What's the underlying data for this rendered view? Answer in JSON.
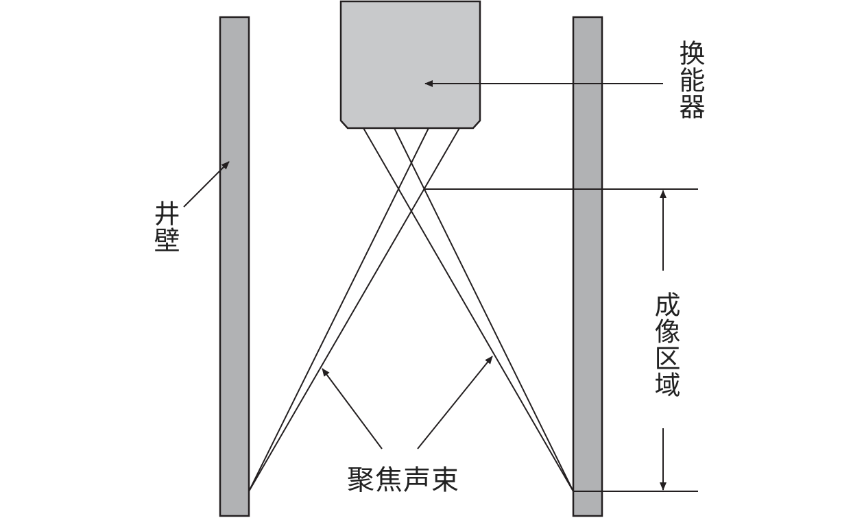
{
  "labels": {
    "transducer": "换能器",
    "borehole_wall": "井壁",
    "imaging_region": "成像区域",
    "focused_beam": "聚焦声束"
  },
  "colors": {
    "wall_fill": "#b1b2b4",
    "transducer_fill": "#c8c9cb",
    "stroke": "#231f20",
    "background": "#ffffff"
  }
}
